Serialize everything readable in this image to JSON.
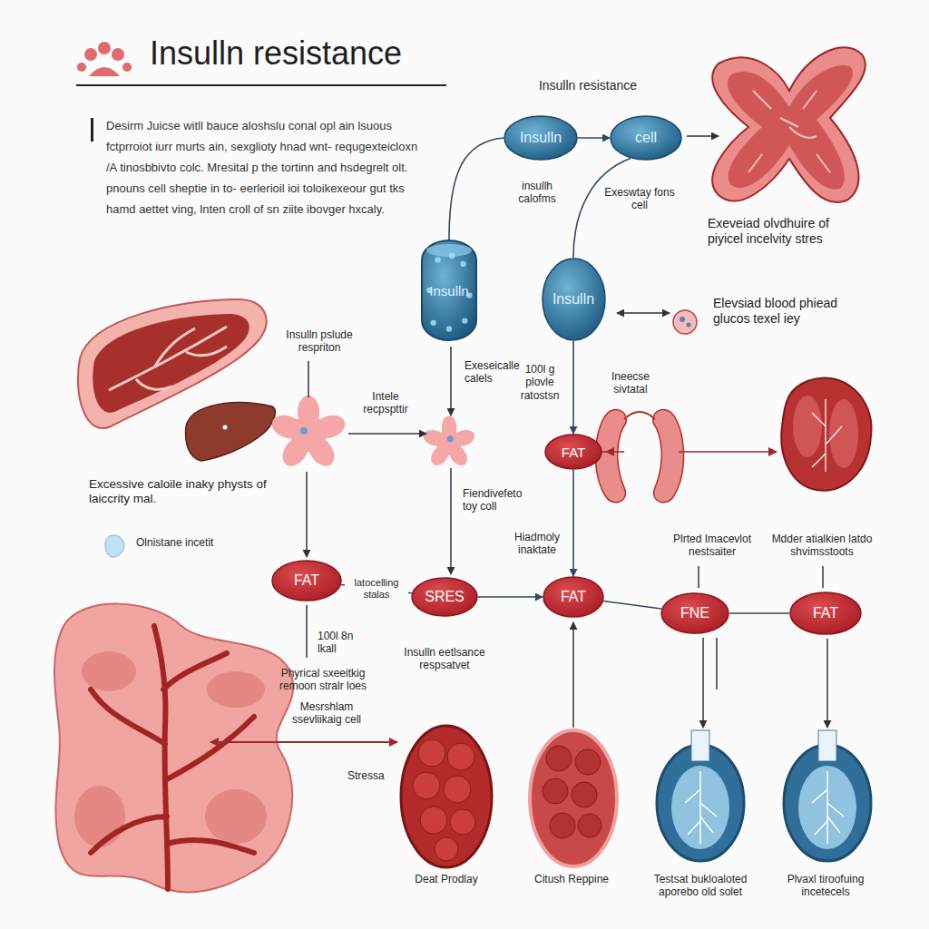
{
  "diagram": {
    "title": "Insulln resistance",
    "nodes": [
      {
        "text": [
          "Insulln"
        ]
      },
      {
        "text": [
          "cell"
        ]
      },
      {
        "text": [
          "Insulln"
        ]
      },
      {
        "text": [
          "Insulln"
        ]
      },
      {
        "text": [
          "FAT"
        ]
      },
      {
        "text": [
          "FAT"
        ]
      },
      {
        "text": [
          "SRES"
        ]
      },
      {
        "text": [
          "FAT"
        ]
      },
      {
        "text": [
          "FNE"
        ]
      },
      {
        "text": [
          "FAT"
        ]
      }
    ],
    "edges": [
      {
        "from": 0,
        "to": 1,
        "arrow": "to"
      },
      {
        "from": 0,
        "to": 2,
        "arrow": "none"
      },
      {
        "from": 1,
        "to": 3,
        "arrow": "none"
      },
      {
        "from": 3,
        "to": 4,
        "arrow": "to"
      },
      {
        "from": 4,
        "to": 7,
        "arrow": "to"
      },
      {
        "from": 5,
        "to": 6,
        "label": "latocelling stalas",
        "arrow": "none"
      },
      {
        "from": 6,
        "to": 7,
        "arrow": "to"
      },
      {
        "from": 7,
        "to": 8,
        "arrow": "none"
      },
      {
        "from": 8,
        "to": 9,
        "arrow": "none"
      }
    ],
    "labels": [
      "Insulln resistance",
      "Desirm Juicse witll bauce aloshslu conal opl ain lsuous fctprroiot iurr murts ain, sexglioty hnad wnt- requgexteicloxn /A tinosbbivto colc. Mresital p the tortinn and hsdegrelt olt. pnouns cell sheptie in to- eerlerioil ioi toloikexeour gut tks hamd aettet ving, lnten croll of sn ziite ibovger hxcaly.",
      "insullh calofms",
      "Exeswtay fons cell",
      "Exeveiad olvdhuire of piyicel incelvity stres",
      "Elevsiad blood phiead glucos texel iey",
      "Insulln pslude respriton",
      "Exeseicalle calels",
      "100l g plovle ratostsn",
      "Intele recpspttir",
      "Ineecse sivtatal",
      "Excessive caloile inaky physts of laiccrity mal.",
      "Olnistane incetit",
      "Fiendivefeto toy coll",
      "Hiadmoly inaktate",
      "Plrted Imacevlot nestsaiter",
      "Mdder atialkien latdo shvimsstoots",
      "100l 8n lkall",
      "Phyrical sxeeitkig remoon stralr loes",
      "Insulln eetlsance respsatvet",
      "Mesrshlam ssevliikaig cell",
      "Stressa",
      "Deat Prodlay",
      "Citush Reppine",
      "Testsat bukloaloted aporebo old solet",
      "Plvaxl tiroofuing incetecels"
    ]
  }
}
